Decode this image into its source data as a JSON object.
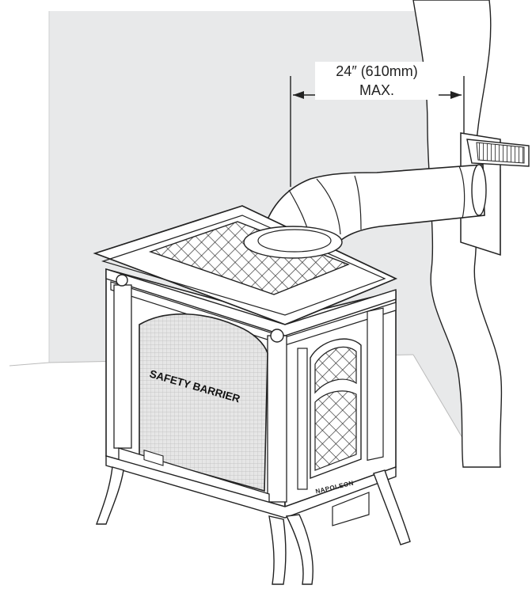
{
  "dimension": {
    "line1": "24″ (610mm)",
    "line2": "MAX."
  },
  "barrier_label": "SAFETY BARRIER",
  "brand": "NAPOLEON",
  "colors": {
    "wall": "#e8e9ea",
    "stroke": "#222222",
    "grate": "#d9d9d9"
  }
}
